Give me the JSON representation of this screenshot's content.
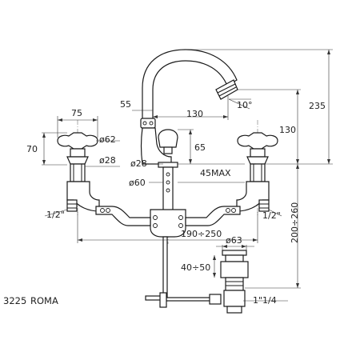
{
  "model": {
    "code": "3225",
    "name": "ROMA"
  },
  "dimensions": {
    "handle_width": "75",
    "handle_height": "70",
    "handle_diameter": "ø62",
    "stem_diameter_left": "ø28",
    "spout_offset": "55",
    "spout_reach": "130",
    "spout_angle": "10°",
    "total_height": "235",
    "body_height": "130",
    "lever_height": "65",
    "center_stem_diameter": "ø28",
    "center_base_diameter": "ø60",
    "max_deck_thickness": "45MAX",
    "connector_left": "1/2\"",
    "connector_right": "1/2\"",
    "center_spacing": "190÷250",
    "below_deck_height": "200÷260",
    "waste_diameter": "ø63",
    "waste_height": "40÷50",
    "waste_thread": "1\"1/4"
  }
}
